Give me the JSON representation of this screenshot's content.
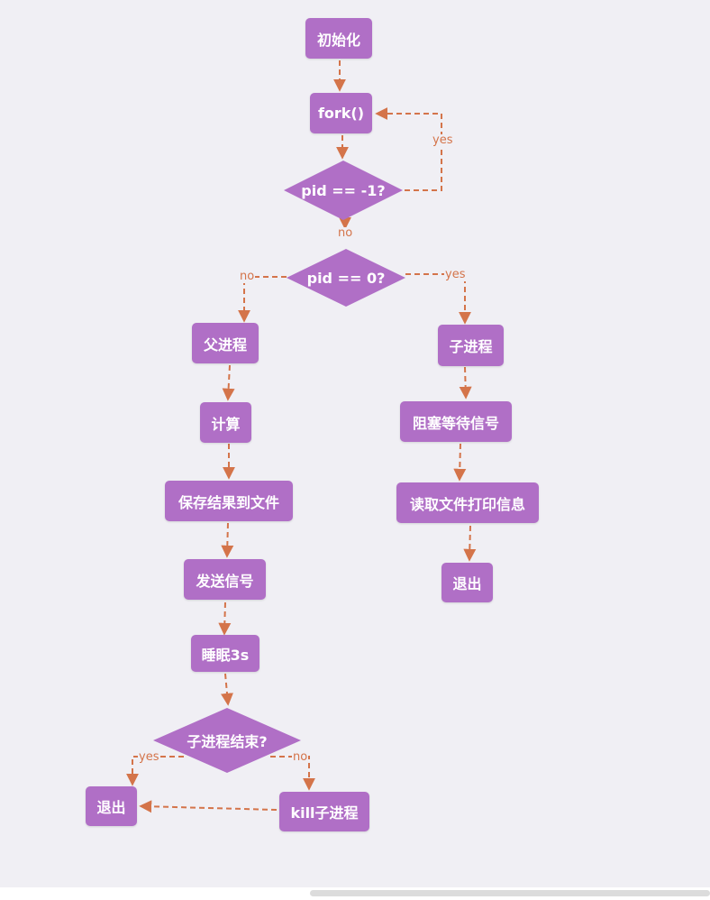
{
  "nodes": {
    "init": "初始化",
    "fork": "fork()",
    "pid_neg1": "pid == -1?",
    "pid_zero": "pid == 0?",
    "parent": "父进程",
    "compute": "计算",
    "save": "保存结果到文件",
    "send_signal": "发送信号",
    "sleep": "睡眠3s",
    "child_done": "子进程结束?",
    "exit_left": "退出",
    "kill": "kill子进程",
    "child": "子进程",
    "block_wait": "阻塞等待信号",
    "read_print": "读取文件打印信息",
    "exit_right": "退出"
  },
  "edge_labels": {
    "retry_yes": "yes",
    "neg1_no": "no",
    "zero_no": "no",
    "zero_yes": "yes",
    "done_yes": "yes",
    "done_no": "no"
  },
  "colors": {
    "node_fill": "#b06fc6",
    "edge": "#d4744a",
    "background": "#f0eff4"
  }
}
